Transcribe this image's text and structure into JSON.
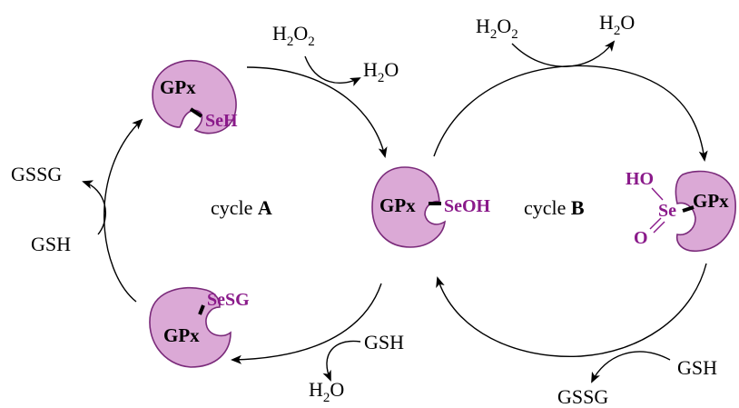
{
  "colors": {
    "enzyme_fill": "#dba9d6",
    "enzyme_stroke": "#7a2a7a",
    "selenium_text": "#8a1a8a",
    "arrow": "#000000"
  },
  "enzyme_label": "GPx",
  "states": {
    "selenol": "SeH",
    "selenenic_acid": "SeOH",
    "selenenyl_sulfide": "SeSG",
    "seleninic_acid": {
      "ho": "HO",
      "se": "Se",
      "o": "O"
    }
  },
  "cycle_a": {
    "prefix": "cycle ",
    "letter": "A"
  },
  "cycle_b": {
    "prefix": "cycle ",
    "letter": "B"
  },
  "reagents": {
    "peroxide": {
      "base": "H",
      "sub1": "2",
      "mid": "O",
      "sub2": "2"
    },
    "water": {
      "base": "H",
      "sub": "2",
      "tail": "O"
    },
    "glutathione": "GSH",
    "glutathione_disulfide": "GSSG"
  }
}
